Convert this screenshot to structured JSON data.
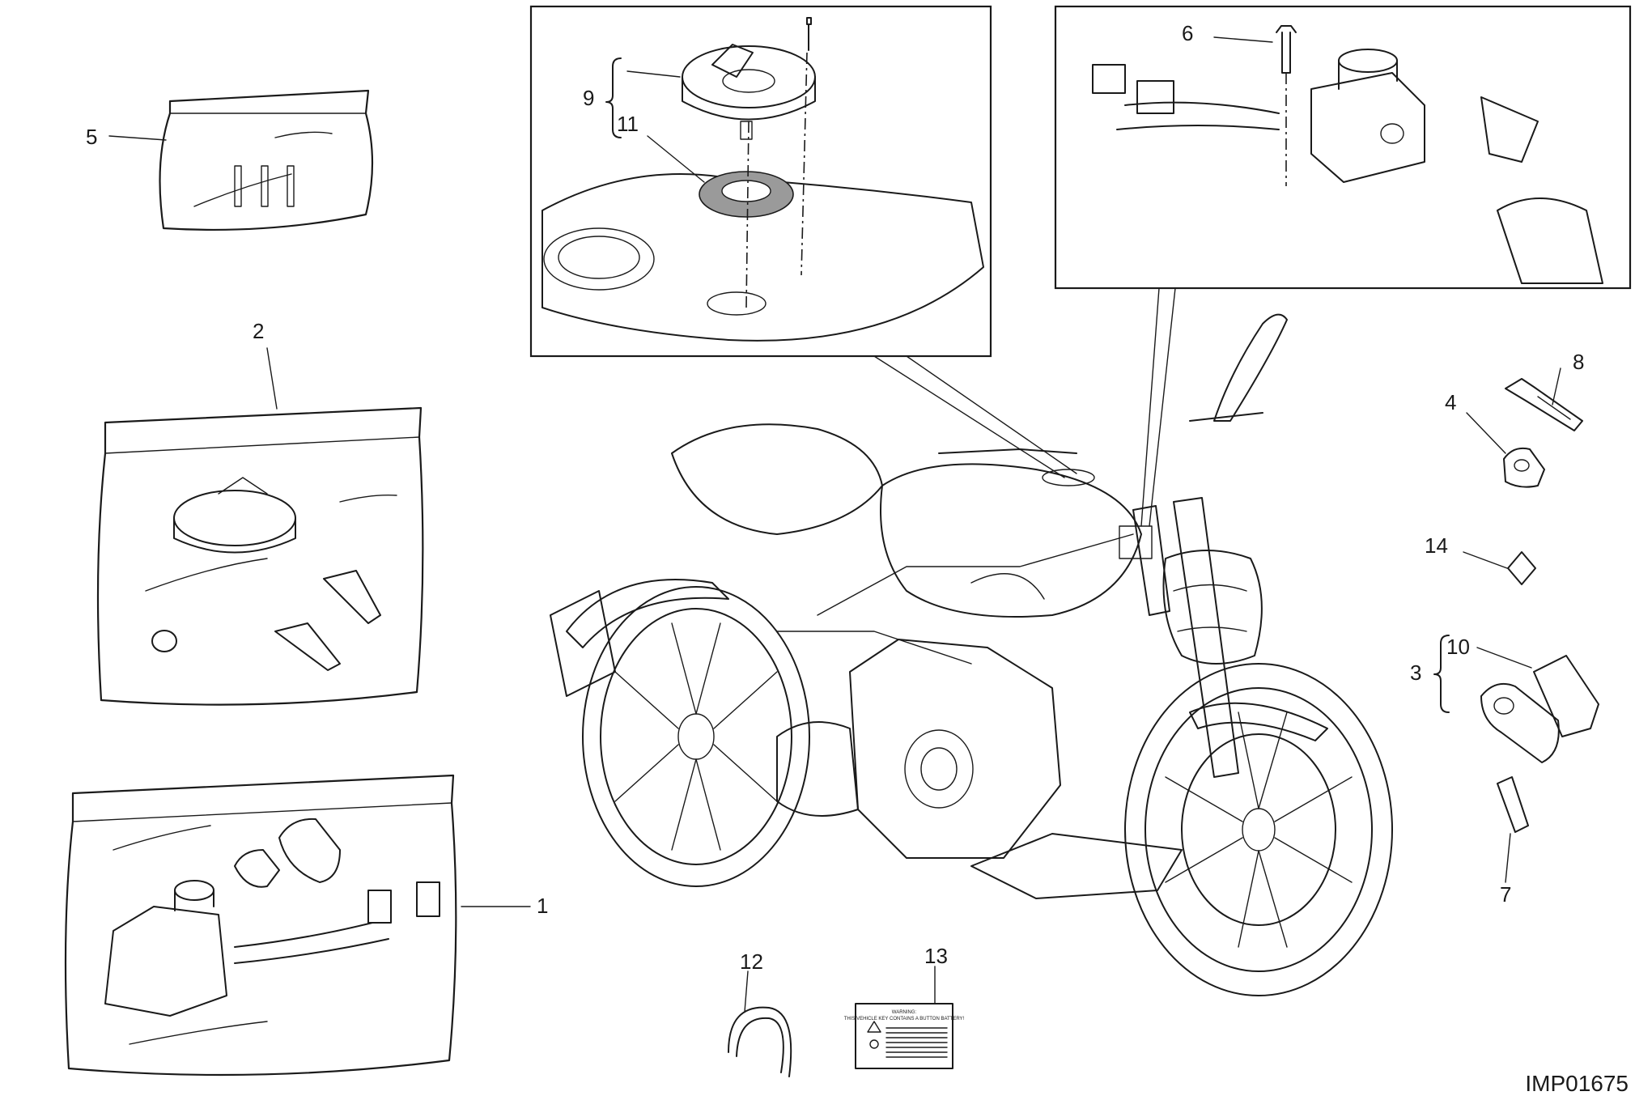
{
  "diagram_code": "IMP01675",
  "callouts": [
    "1",
    "2",
    "3",
    "4",
    "5",
    "6",
    "7",
    "8",
    "9",
    "10",
    "11",
    "12",
    "13",
    "14"
  ],
  "sticker": {
    "title": "WARNING:",
    "subtitle": "THIS VEHICLE KEY CONTAINS A BUTTON BATTERY!"
  },
  "colors": {
    "line": "#1a1a1a",
    "background": "#ffffff",
    "gasket": "#9a9a9a"
  }
}
